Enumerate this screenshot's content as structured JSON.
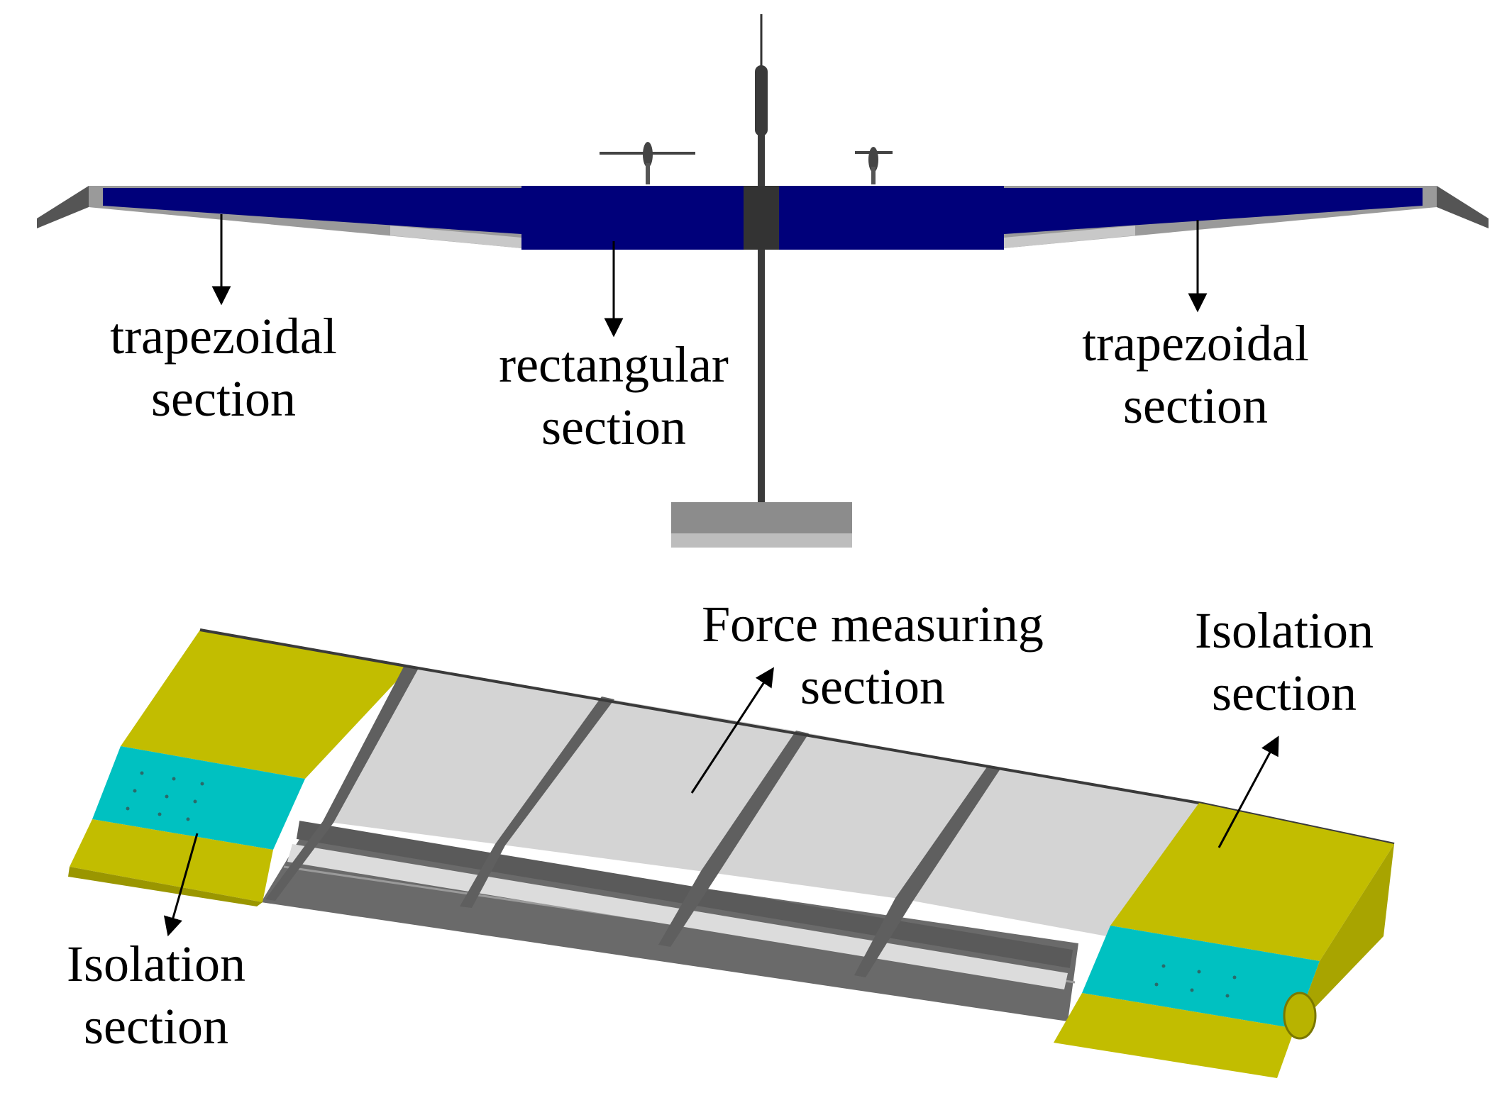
{
  "colors": {
    "wing_blue": "#00007a",
    "isolation_yellow": "#c2bd00",
    "cyan_panel": "#00c1c1",
    "panel_gray": "#d4d4d4",
    "frame_gray": "#6a6a6a",
    "arrow": "#000000"
  },
  "top_view": {
    "left_label": {
      "line1": "trapezoidal",
      "line2": "section"
    },
    "center_label": {
      "line1": "rectangular",
      "line2": "section"
    },
    "right_label": {
      "line1": "trapezoidal",
      "line2": "section"
    }
  },
  "wing_model": {
    "force_label": {
      "line1": "Force measuring",
      "line2": "section"
    },
    "iso_right_label": {
      "line1": "Isolation",
      "line2": "section"
    },
    "iso_left_label": {
      "line1": "Isolation",
      "line2": "section"
    }
  }
}
